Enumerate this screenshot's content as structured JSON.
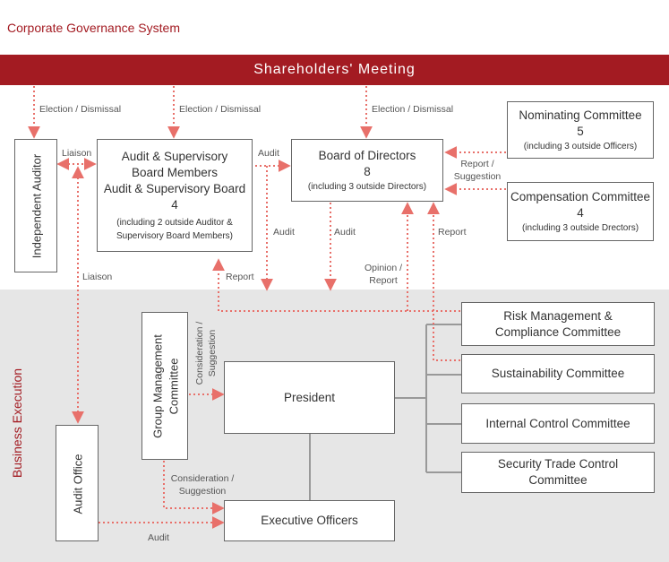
{
  "page_title": "Corporate Governance System",
  "shareholders_meeting": "Shareholders' Meeting",
  "business_execution": "Business Execution",
  "independent_auditor": "Independent Auditor",
  "audit_board": {
    "line1": "Audit & Supervisory",
    "line2": "Board Members",
    "line3": "Audit & Supervisory Board",
    "count": "4",
    "note_line1": "(including 2 outside Auditor &",
    "note_line2": "Supervisory Board Members)"
  },
  "board_of_directors": {
    "name": "Board of Directors",
    "count": "8",
    "note": "(including 3 outside Directors)"
  },
  "nominating_committee": {
    "name": "Nominating Committee",
    "count": "5",
    "note": "(including 3 outside Officers)"
  },
  "compensation_committee": {
    "name": "Compensation Committee",
    "count": "4",
    "note": "(including 3 outside Drectors)"
  },
  "group_management_committee": {
    "line1": "Group Management",
    "line2": "Committee"
  },
  "president": "President",
  "audit_office": "Audit Office",
  "executive_officers": "Executive Officers",
  "committees": {
    "risk": {
      "line1": "Risk Management &",
      "line2": "Compliance Committee"
    },
    "sustainability": "Sustainability Committee",
    "internal_control": "Internal Control Committee",
    "security": {
      "line1": "Security Trade Control",
      "line2": "Committee"
    }
  },
  "labels": {
    "election_dismissal": "Election / Dismissal",
    "liaison": "Liaison",
    "audit": "Audit",
    "report": "Report",
    "report_suggestion_line1": "Report /",
    "report_suggestion_line2": "Suggestion",
    "opinion_line1": "Opinion /",
    "opinion_line2": "Report",
    "consideration_line1": "Consideration /",
    "consideration_line2": "Suggestion"
  },
  "colors": {
    "brand_red": "#a31b22",
    "arrow": "#e8706a",
    "exec_bg": "#e6e6e6",
    "connector": "#999999"
  }
}
